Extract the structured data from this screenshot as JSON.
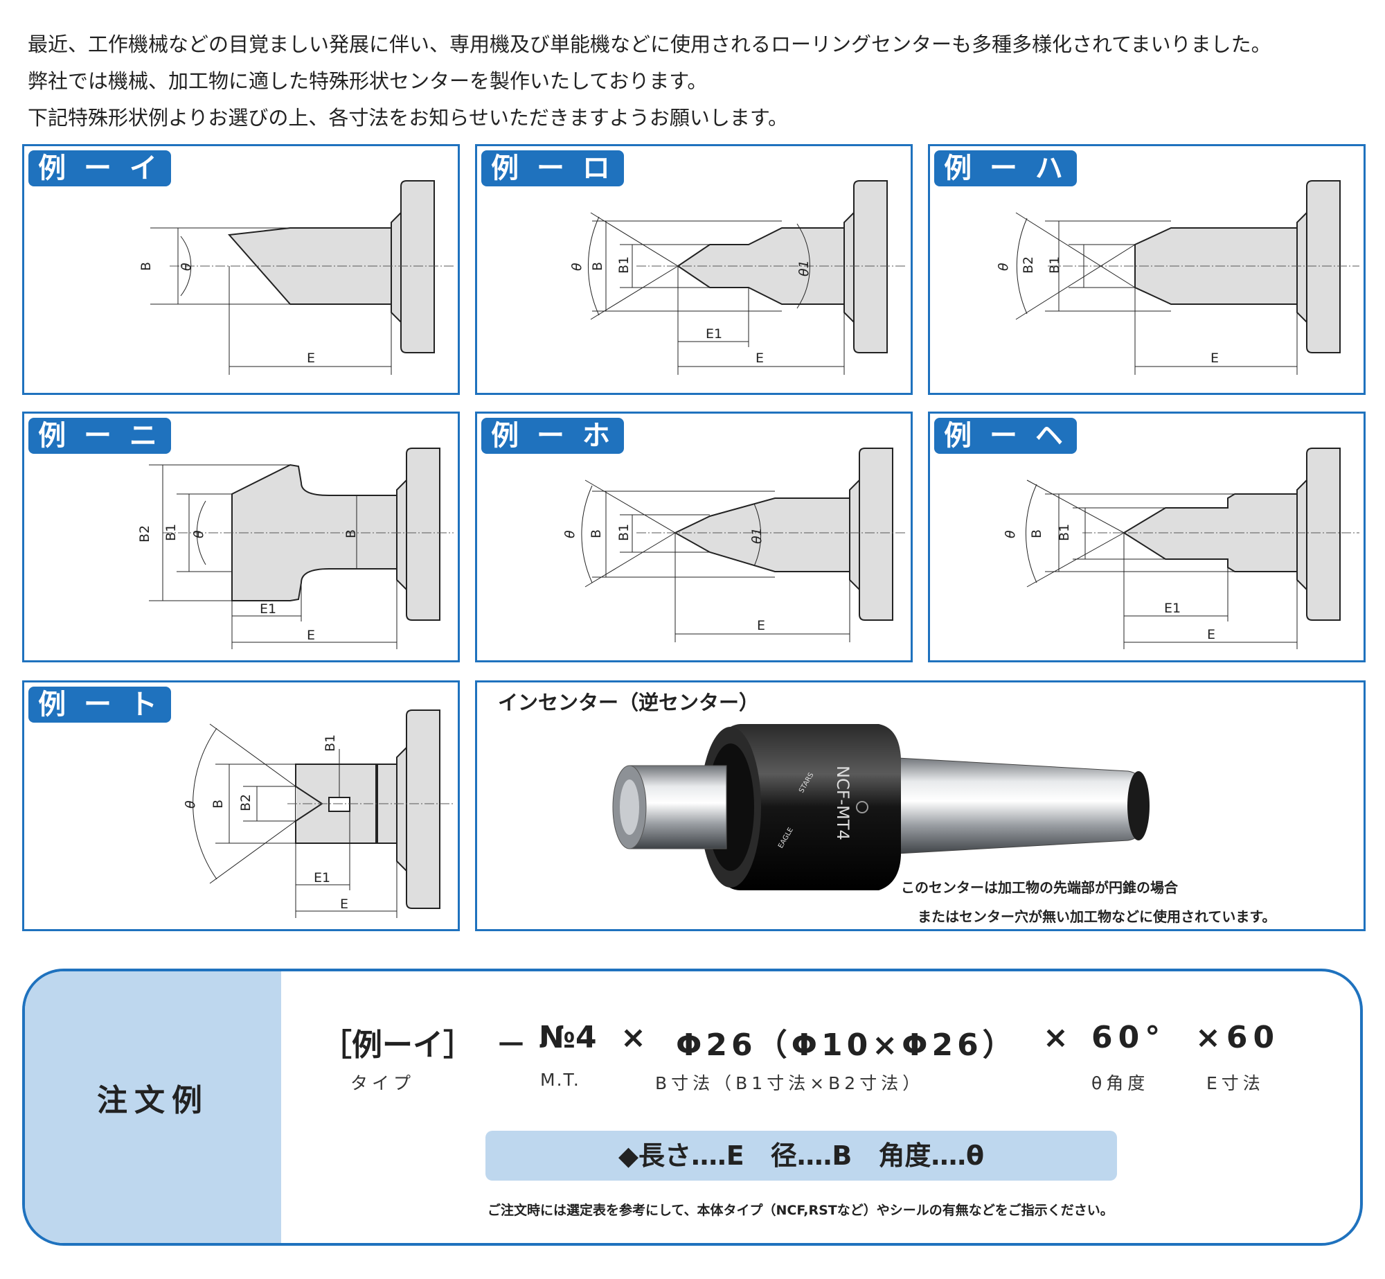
{
  "intro": [
    "最近、工作機械などの目覚ましい発展に伴い、専用機及び単能機などに使用されるローリングセンターも多種多様化されてまいりました。",
    "弊社では機械、加工物に適した特殊形状センターを製作いたしております。",
    "下記特殊形状例よりお選びの上、各寸法をお知らせいただきますようお願いします。"
  ],
  "examples": [
    {
      "label": "例 ー イ",
      "dims": {
        "b": "B",
        "theta": "θ",
        "e": "E"
      }
    },
    {
      "label": "例 ー ロ",
      "dims": {
        "theta": "θ",
        "b": "B",
        "b1": "B1",
        "theta1": "θ1",
        "e1": "E1",
        "e": "E"
      }
    },
    {
      "label": "例 ー ハ",
      "dims": {
        "theta": "θ",
        "b2": "B2",
        "b1": "B1",
        "e": "E"
      }
    },
    {
      "label": "例 ー ニ",
      "dims": {
        "b2": "B2",
        "b1": "B1",
        "theta": "θ",
        "b": "B",
        "e1": "E1",
        "e": "E"
      }
    },
    {
      "label": "例 ー ホ",
      "dims": {
        "theta": "θ",
        "b": "B",
        "b1": "B1",
        "theta1": "θ1",
        "e": "E"
      }
    },
    {
      "label": "例 ー ヘ",
      "dims": {
        "theta": "θ",
        "b": "B",
        "b1": "B1",
        "e1": "E1",
        "e": "E"
      }
    },
    {
      "label": "例 ー ト",
      "dims": {
        "theta": "θ",
        "b": "B",
        "b2": "B2",
        "b1": "B1",
        "e1": "E1",
        "e": "E"
      }
    }
  ],
  "incenter": {
    "title": "インセンター（逆センター）",
    "product_print": "NCF-MT4",
    "brand_print": [
      "EAGLE",
      "STARS"
    ],
    "note_line1": "このセンターは加工物の先端部が円錐の場合",
    "note_line2": "またはセンター穴が無い加工物などに使用されています。"
  },
  "order": {
    "label": "注文例",
    "parts": {
      "type": "［例ーイ］",
      "dash": "－",
      "mt": "№4",
      "x1": "×",
      "b": "Φ26（Φ10×Φ26）",
      "x2": "×",
      "angle": "60°",
      "e": "×60"
    },
    "captions": {
      "type": "タイプ",
      "mt": "M.T.",
      "b": "B寸法（B1寸法×B2寸法）",
      "angle": "θ角度",
      "e": "E寸法"
    },
    "legend": "◆長さ‥‥E　径‥‥B　角度‥‥θ",
    "note": "ご注文時には選定表を参考にして、本体タイプ（NCF,RSTなど）やシールの有無などをご指示ください。"
  },
  "colors": {
    "accent": "#1f72be",
    "light": "#bed7ee",
    "metal": "#dedede"
  }
}
